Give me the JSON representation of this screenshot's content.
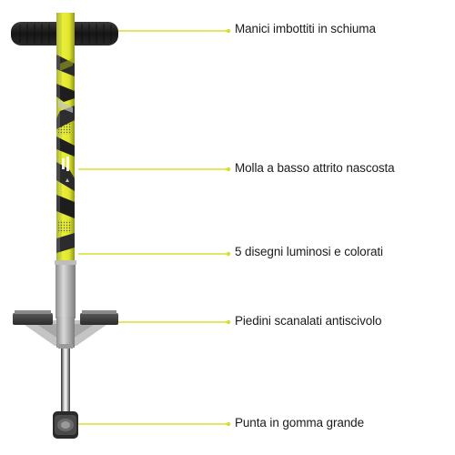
{
  "product": {
    "icon": "pogo-stick-icon",
    "accent_color": "#e6ea2e",
    "leader_color": "#d8de2c"
  },
  "callouts": [
    {
      "label": "Manici imbottiti in schiuma"
    },
    {
      "label": "Molla a basso attrito nascosta"
    },
    {
      "label": "5 disegni luminosi e colorati"
    },
    {
      "label": "Piedini scanalati antiscivolo"
    },
    {
      "label": "Punta in gomma grande"
    }
  ]
}
